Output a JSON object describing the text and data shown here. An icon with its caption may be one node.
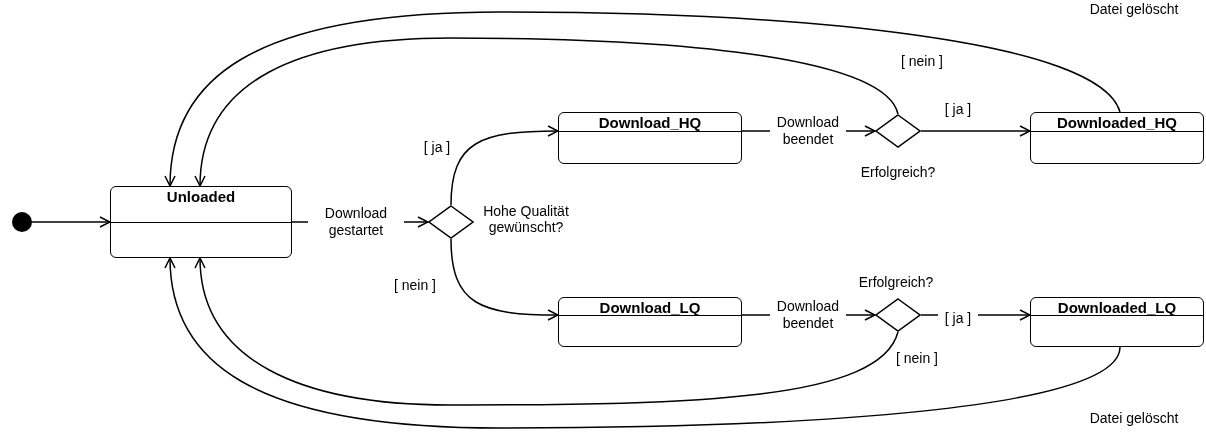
{
  "diagram": {
    "nodes": [
      {
        "text": [],
        "shape": "circle"
      },
      {
        "text": [
          "Unloaded"
        ]
      },
      {
        "text": [],
        "shape": "diamond",
        "beside": [
          "Hohe Qualität gewünscht?"
        ]
      },
      {
        "text": [
          "Download_HQ"
        ]
      },
      {
        "text": [
          "Download_LQ"
        ]
      },
      {
        "text": [],
        "shape": "diamond",
        "beside": [
          "Erfolgreich?"
        ]
      },
      {
        "text": [
          "Downloaded_HQ"
        ]
      },
      {
        "text": [],
        "shape": "diamond",
        "beside": [
          "Erfolgreich?"
        ]
      },
      {
        "text": [
          "Downloaded_LQ"
        ]
      }
    ],
    "edges": [
      {
        "from": 0,
        "to": 1,
        "arrow": "to"
      },
      {
        "from": 1,
        "to": 2,
        "arrow": "to",
        "label": "Download gestartet"
      },
      {
        "from": 2,
        "to": 3,
        "arrow": "to",
        "label": "[ ja ]"
      },
      {
        "from": 2,
        "to": 4,
        "arrow": "to",
        "label": "[ nein ]"
      },
      {
        "from": 3,
        "to": 5,
        "arrow": "to",
        "label": "Download beendet"
      },
      {
        "from": 5,
        "to": 6,
        "arrow": "to",
        "label": "[ ja ]"
      },
      {
        "from": 5,
        "to": 1,
        "arrow": "to",
        "label": "[ nein ]"
      },
      {
        "from": 6,
        "to": 1,
        "arrow": "to",
        "label": "Datei gelöscht"
      },
      {
        "from": 4,
        "to": 7,
        "arrow": "to",
        "label": "Download beendet"
      },
      {
        "from": 7,
        "to": 8,
        "arrow": "to",
        "label": "[ ja ]"
      },
      {
        "from": 7,
        "to": 1,
        "arrow": "to",
        "label": "[ nein ]"
      },
      {
        "from": 8,
        "to": 1,
        "arrow": "to",
        "label": "Datei gelöscht"
      }
    ]
  }
}
